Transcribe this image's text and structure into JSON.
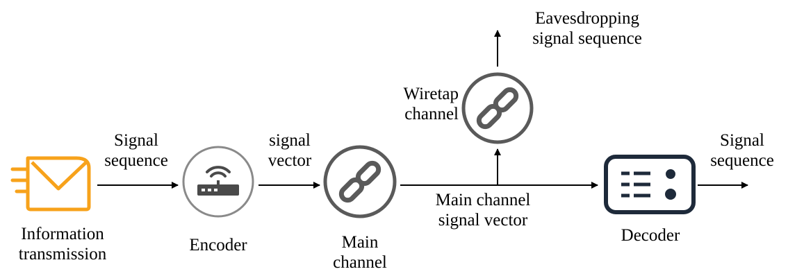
{
  "nodes": {
    "source": {
      "label_line1": "Information",
      "label_line2": "transmission",
      "icon": "envelope-icon",
      "color": "#f7a21b"
    },
    "encoder": {
      "label": "Encoder",
      "icon": "router-icon",
      "color": "#4a4a4a"
    },
    "main_channel": {
      "label_line1": "Main",
      "label_line2": "channel",
      "icon": "link-icon",
      "color": "#5a5a5a"
    },
    "wiretap_channel": {
      "label_line1": "Wiretap",
      "label_line2": "channel",
      "icon": "link-icon",
      "color": "#5a5a5a"
    },
    "decoder": {
      "label": "Decoder",
      "icon": "decoder-device-icon",
      "color": "#1e2a3a"
    }
  },
  "edges": {
    "source_to_encoder": {
      "line1": "Signal",
      "line2": "sequence"
    },
    "encoder_to_main": {
      "line1": "signal",
      "line2": "vector"
    },
    "main_to_decoder": {
      "line1": "Main channel",
      "line2": "signal vector"
    },
    "wiretap_output": {
      "line1": "Eavesdropping",
      "line2": "signal sequence"
    },
    "decoder_output": {
      "line1": "Signal",
      "line2": "sequence"
    }
  }
}
